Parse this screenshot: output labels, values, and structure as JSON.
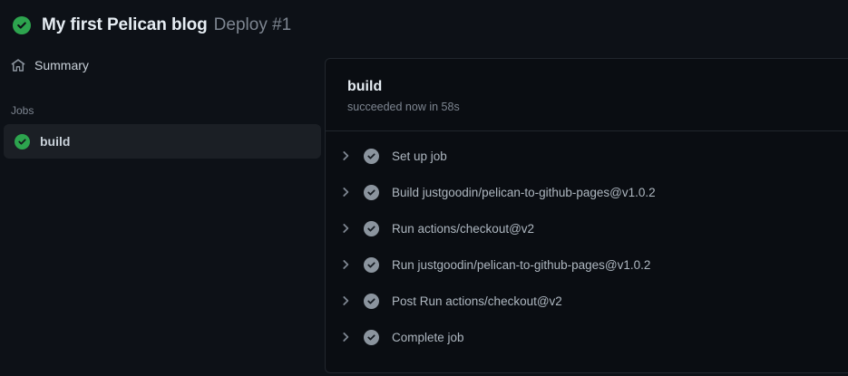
{
  "header": {
    "status_icon": "check-circle-icon",
    "title": "My first Pelican blog",
    "subtitle": "Deploy #1"
  },
  "sidebar": {
    "summary": {
      "icon": "home-icon",
      "label": "Summary"
    },
    "jobs_section_label": "Jobs",
    "jobs": [
      {
        "icon": "check-circle-icon",
        "label": "build",
        "selected": true
      }
    ]
  },
  "job_panel": {
    "title": "build",
    "status_line": "succeeded now in 58s",
    "steps": [
      {
        "chevron": "chevron-right-icon",
        "status_icon": "check-circle-fill-icon",
        "label": "Set up job"
      },
      {
        "chevron": "chevron-right-icon",
        "status_icon": "check-circle-fill-icon",
        "label": "Build justgoodin/pelican-to-github-pages@v1.0.2"
      },
      {
        "chevron": "chevron-right-icon",
        "status_icon": "check-circle-fill-icon",
        "label": "Run actions/checkout@v2"
      },
      {
        "chevron": "chevron-right-icon",
        "status_icon": "check-circle-fill-icon",
        "label": "Run justgoodin/pelican-to-github-pages@v1.0.2"
      },
      {
        "chevron": "chevron-right-icon",
        "status_icon": "check-circle-fill-icon",
        "label": "Post Run actions/checkout@v2"
      },
      {
        "chevron": "chevron-right-icon",
        "status_icon": "check-circle-fill-icon",
        "label": "Complete job"
      }
    ]
  },
  "colors": {
    "page_background": "#0d1117",
    "panel_background": "#0a0d12",
    "border": "#21262d",
    "success_green": "#2da44e",
    "muted_text": "#7d8590",
    "primary_text": "#e6edf3",
    "step_status_gray": "#8b949e",
    "selected_job_background": "#1b1f25"
  }
}
